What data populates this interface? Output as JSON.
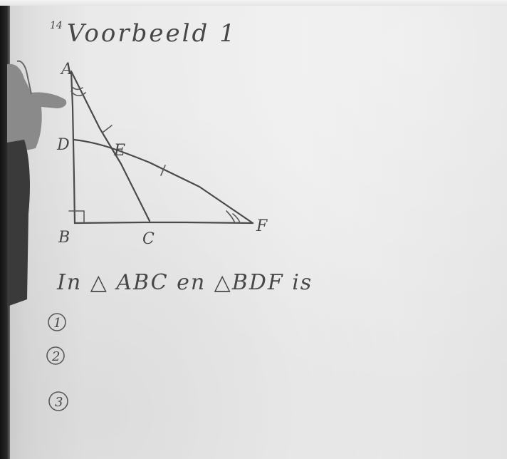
{
  "heading": {
    "marker": "14",
    "title": "Voorbeeld 1"
  },
  "figure": {
    "vertices": {
      "A": "A",
      "B": "B",
      "C": "C",
      "D": "D",
      "E": "E",
      "F": "F"
    }
  },
  "statement": {
    "text": "In △ ABC en △BDF is"
  },
  "list": {
    "items": [
      "1",
      "2",
      "3"
    ]
  }
}
